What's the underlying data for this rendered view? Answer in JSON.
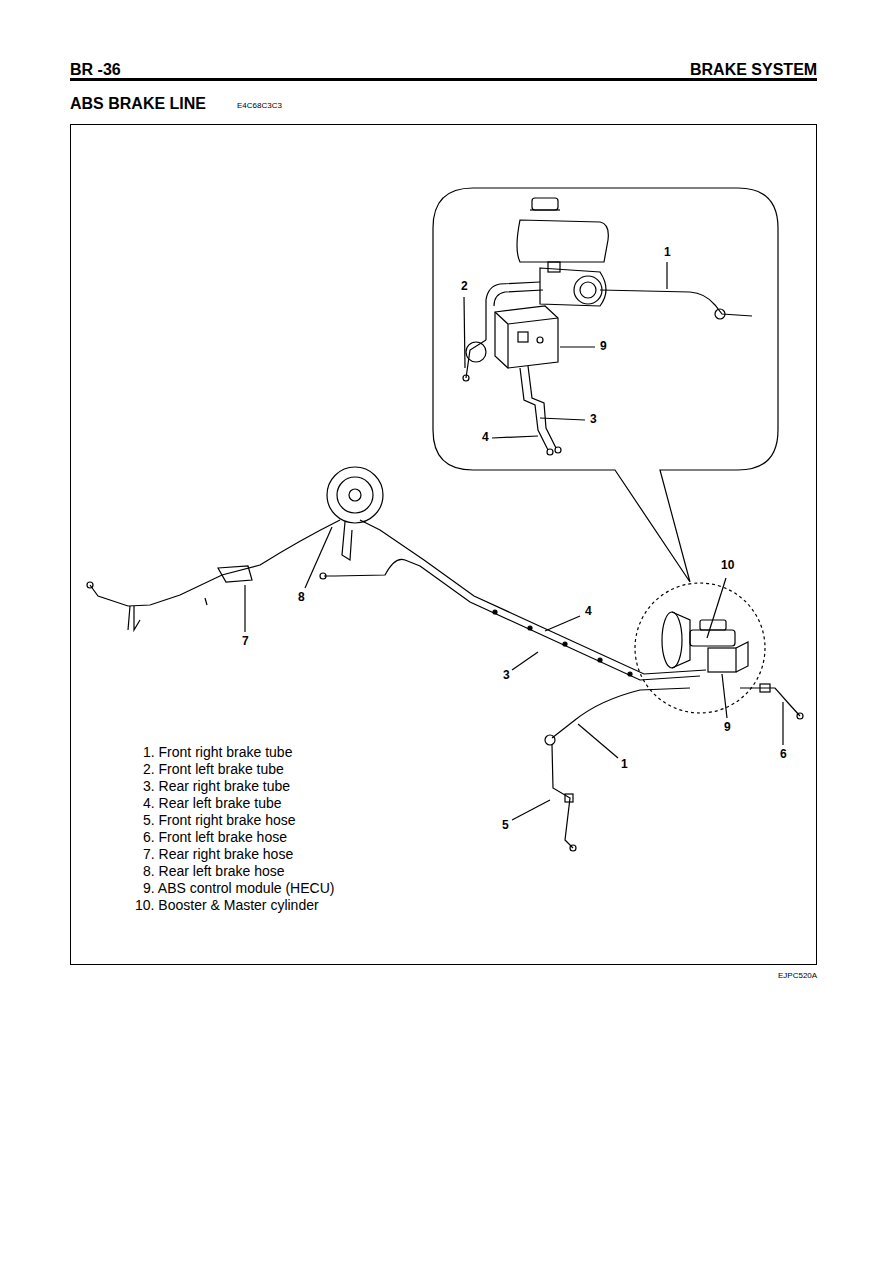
{
  "diagram": {
    "title": "ABS BRAKE LINE",
    "labels": [
      "BR -36",
      "BRAKE SYSTEM",
      "E4C68C3C3",
      "1",
      "2",
      "9",
      "3",
      "4",
      "10",
      "4",
      "8",
      "7",
      "3",
      "9",
      "1",
      "6",
      "5",
      "1. Front right brake tube",
      "2. Front left brake tube",
      "3. Rear right brake tube",
      "4. Rear left brake tube",
      "5. Front right brake hose",
      "6. Front left brake hose",
      "7. Rear right brake hose",
      "8. Rear left brake hose",
      "9. ABS control module (HECU)",
      "10. Booster & Master cylinder",
      "EJPC520A"
    ]
  }
}
